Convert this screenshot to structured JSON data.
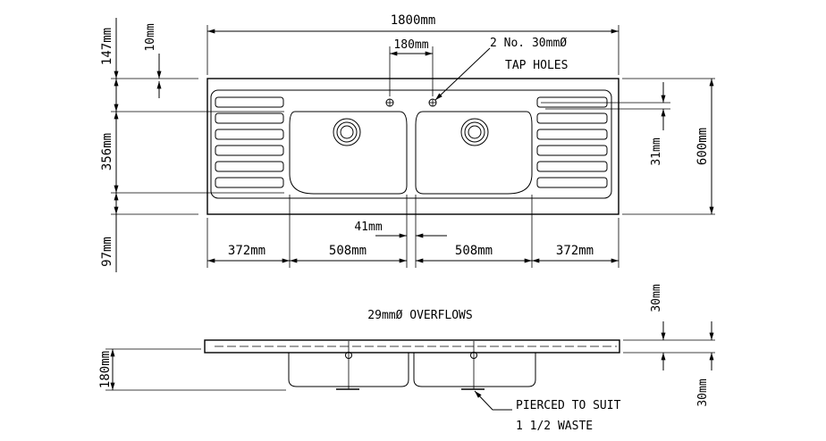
{
  "dimensions": {
    "overall_length": "1800mm",
    "tap_spacing": "180mm",
    "back_upstand": "147mm",
    "upstand_lip": "10mm",
    "bowl_depth_plan": "356mm",
    "front_margin": "97mm",
    "tap_offset": "31mm",
    "overall_width": "600mm",
    "bowl_gap": "41mm",
    "drainer_left": "372mm",
    "bowl_left": "508mm",
    "bowl_right": "508mm",
    "drainer_right": "372mm",
    "bowl_depth_section": "180mm",
    "section_top": "30mm",
    "section_bottom": "30mm"
  },
  "notes": {
    "tap_holes_line1": "2 No. 30mmØ",
    "tap_holes_line2": "TAP HOLES",
    "overflows": "29mmØ OVERFLOWS",
    "waste_line1": "PIERCED TO SUIT",
    "waste_line2": "1 1/2 WASTE"
  }
}
